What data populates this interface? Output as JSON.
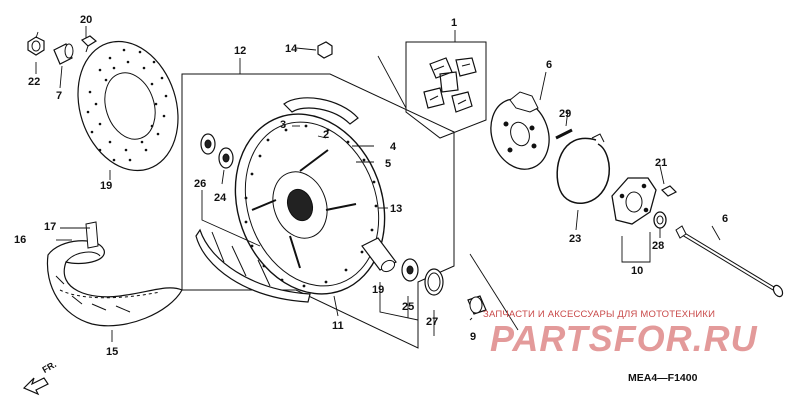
{
  "diagram": {
    "callouts": [
      {
        "id": "c1",
        "text": "1"
      },
      {
        "id": "c2",
        "text": "2"
      },
      {
        "id": "c3",
        "text": "3"
      },
      {
        "id": "c4",
        "text": "4"
      },
      {
        "id": "c5",
        "text": "5"
      },
      {
        "id": "c6a",
        "text": "6"
      },
      {
        "id": "c6b",
        "text": "6"
      },
      {
        "id": "c7",
        "text": "7"
      },
      {
        "id": "c9",
        "text": "9"
      },
      {
        "id": "c10",
        "text": "10"
      },
      {
        "id": "c11",
        "text": "11"
      },
      {
        "id": "c12",
        "text": "12"
      },
      {
        "id": "c13",
        "text": "13"
      },
      {
        "id": "c14",
        "text": "14"
      },
      {
        "id": "c15",
        "text": "15"
      },
      {
        "id": "c16",
        "text": "16"
      },
      {
        "id": "c17",
        "text": "17"
      },
      {
        "id": "c19a",
        "text": "19"
      },
      {
        "id": "c19b",
        "text": "19"
      },
      {
        "id": "c20",
        "text": "20"
      },
      {
        "id": "c21",
        "text": "21"
      },
      {
        "id": "c22",
        "text": "22"
      },
      {
        "id": "c23",
        "text": "23"
      },
      {
        "id": "c24",
        "text": "24"
      },
      {
        "id": "c25",
        "text": "25"
      },
      {
        "id": "c26",
        "text": "26"
      },
      {
        "id": "c27",
        "text": "27"
      },
      {
        "id": "c28",
        "text": "28"
      },
      {
        "id": "c29",
        "text": "29"
      }
    ],
    "front_arrow_label": "FR.",
    "diagram_code": "MEA4—F1400"
  },
  "watermark": {
    "tagline": "ЗАПЧАСТИ И АКСЕССУАРЫ ДЛЯ МОТОТЕХНИКИ",
    "brand": "PARTSFOR.RU"
  }
}
